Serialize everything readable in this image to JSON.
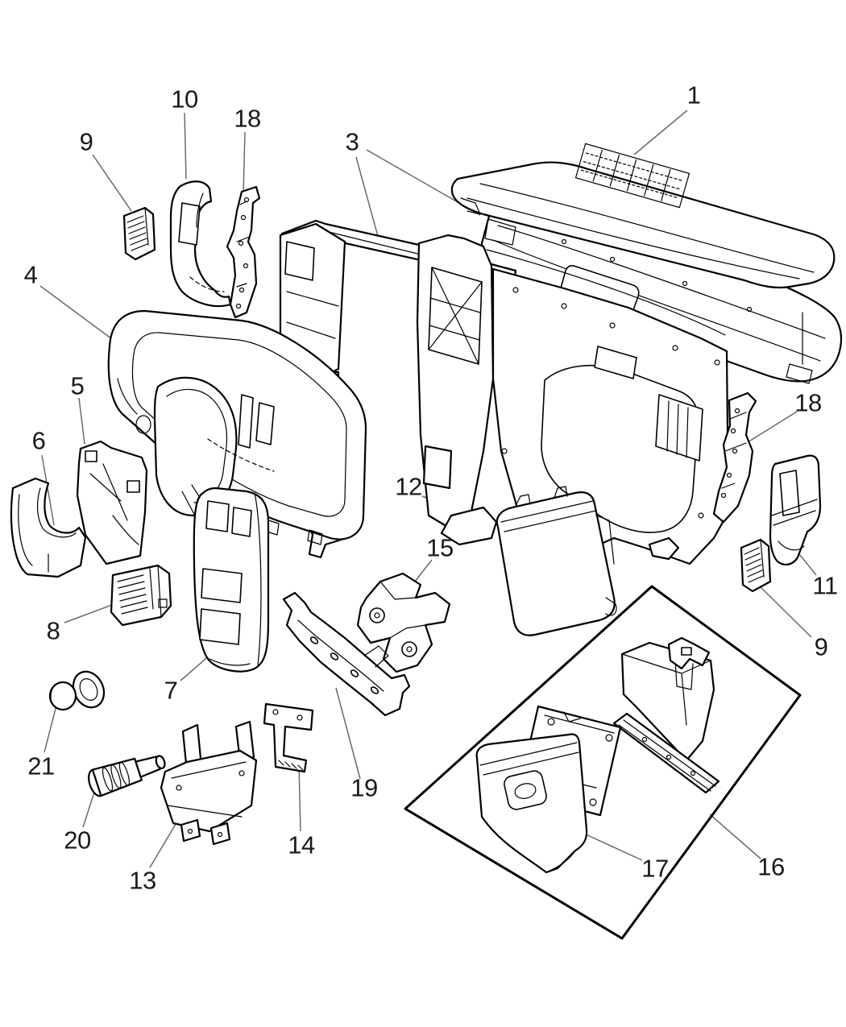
{
  "figure": {
    "type": "exploded-parts-diagram",
    "subject": "instrument-panel-assembly",
    "background_color": "#ffffff",
    "ink_color": "#000000",
    "leader_color": "#6a6a6a",
    "label_color": "#1a1a1a"
  },
  "callouts": {
    "c1": {
      "label": "1"
    },
    "c3": {
      "label": "3"
    },
    "c4": {
      "label": "4"
    },
    "c5": {
      "label": "5"
    },
    "c6": {
      "label": "6"
    },
    "c7": {
      "label": "7"
    },
    "c8": {
      "label": "8"
    },
    "c9_left": {
      "label": "9"
    },
    "c9_right": {
      "label": "9"
    },
    "c10": {
      "label": "10"
    },
    "c11": {
      "label": "11"
    },
    "c12": {
      "label": "12"
    },
    "c13": {
      "label": "13"
    },
    "c14": {
      "label": "14"
    },
    "c15": {
      "label": "15"
    },
    "c16": {
      "label": "16"
    },
    "c17": {
      "label": "17"
    },
    "c18_left": {
      "label": "18"
    },
    "c18_right": {
      "label": "18"
    },
    "c19": {
      "label": "19"
    },
    "c20": {
      "label": "20"
    },
    "c21": {
      "label": "21"
    }
  }
}
